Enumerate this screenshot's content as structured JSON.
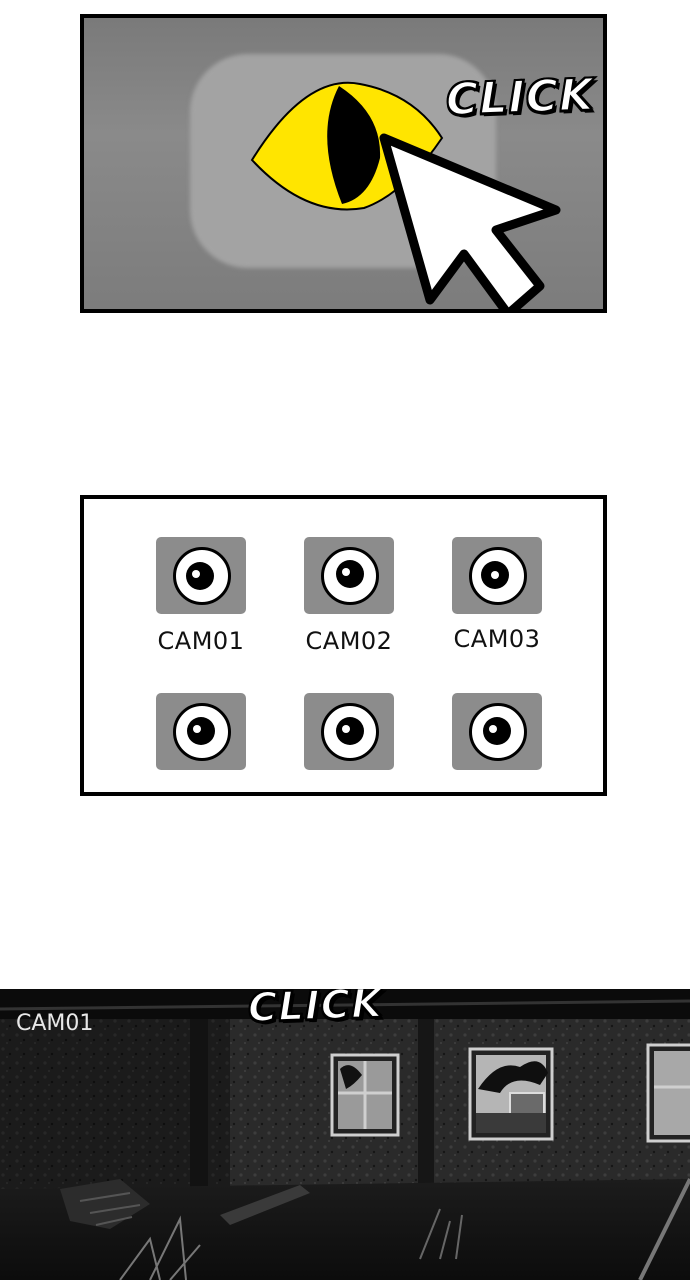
{
  "panel_top": {
    "sound_effect": "CLICK",
    "eye_color": "#ffe500"
  },
  "camera_grid": {
    "tiles": [
      {
        "label": "CAM01"
      },
      {
        "label": "CAM02"
      },
      {
        "label": "CAM03"
      },
      {
        "label": ""
      },
      {
        "label": ""
      },
      {
        "label": ""
      }
    ]
  },
  "camera_feed": {
    "camera_label": "CAM01",
    "sound_effect": "CLICK"
  }
}
